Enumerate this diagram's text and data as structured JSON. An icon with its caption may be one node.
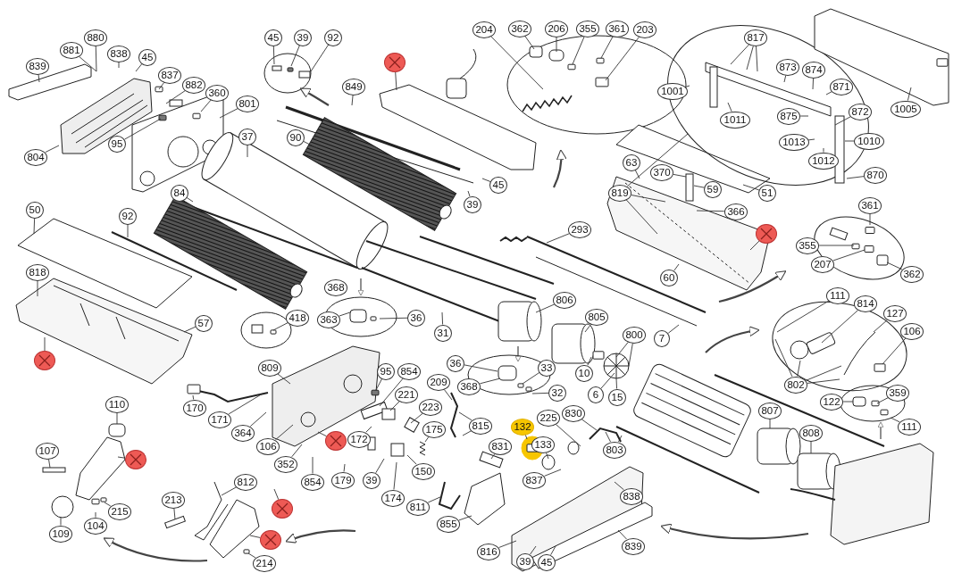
{
  "diagram": {
    "nodes": [
      {
        "text": [
          "839"
        ]
      },
      {
        "text": [
          "881"
        ]
      },
      {
        "text": [
          "880"
        ]
      },
      {
        "text": [
          "838"
        ]
      },
      {
        "text": [
          "45"
        ]
      },
      {
        "text": [
          "837"
        ]
      },
      {
        "text": [
          "882"
        ]
      },
      {
        "text": [
          "360"
        ]
      },
      {
        "text": [
          "801"
        ]
      },
      {
        "text": [
          "95"
        ]
      },
      {
        "text": [
          "804"
        ]
      },
      {
        "text": [
          "37"
        ]
      },
      {
        "text": [
          "90"
        ]
      },
      {
        "text": [
          "84"
        ]
      },
      {
        "text": [
          "50"
        ]
      },
      {
        "text": [
          "92"
        ]
      },
      {
        "text": [
          "818"
        ]
      },
      {
        "text": [],
        "shape": "circle"
      },
      {
        "text": [
          "57"
        ]
      },
      {
        "text": [
          "418"
        ]
      },
      {
        "text": [
          "45"
        ]
      },
      {
        "text": [
          "39"
        ]
      },
      {
        "text": [
          "92"
        ]
      },
      {
        "text": [],
        "shape": "circle"
      },
      {
        "text": [
          "849"
        ]
      },
      {
        "text": [
          "45"
        ]
      },
      {
        "text": [
          "39"
        ]
      },
      {
        "text": [
          "204"
        ]
      },
      {
        "text": [
          "362"
        ]
      },
      {
        "text": [
          "206"
        ]
      },
      {
        "text": [
          "355"
        ]
      },
      {
        "text": [
          "361"
        ]
      },
      {
        "text": [
          "203"
        ]
      },
      {
        "text": [
          "293"
        ]
      },
      {
        "text": [
          "368"
        ]
      },
      {
        "text": [
          "363"
        ]
      },
      {
        "text": [
          "36"
        ]
      },
      {
        "text": [
          "31"
        ]
      },
      {
        "text": [
          "806"
        ]
      },
      {
        "text": [
          "805"
        ]
      },
      {
        "text": [
          "800"
        ]
      },
      {
        "text": [
          "10"
        ]
      },
      {
        "text": [
          "6"
        ]
      },
      {
        "text": [
          "15"
        ]
      },
      {
        "text": [
          "36"
        ]
      },
      {
        "text": [
          "368"
        ]
      },
      {
        "text": [
          "33"
        ]
      },
      {
        "text": [
          "32"
        ]
      },
      {
        "text": [
          "95"
        ]
      },
      {
        "text": [
          "854"
        ]
      },
      {
        "text": [
          "209"
        ]
      },
      {
        "text": [
          "815"
        ]
      },
      {
        "text": [
          "221"
        ]
      },
      {
        "text": [
          "223"
        ]
      },
      {
        "text": [
          "175"
        ]
      },
      {
        "text": [
          "132"
        ]
      },
      {
        "text": [
          "225"
        ]
      },
      {
        "text": [
          "133"
        ]
      },
      {
        "text": [
          "830"
        ]
      },
      {
        "text": [
          "803"
        ]
      },
      {
        "text": [
          "831"
        ]
      },
      {
        "text": [
          "837"
        ]
      },
      {
        "text": [
          "838"
        ]
      },
      {
        "text": [
          "839"
        ]
      },
      {
        "text": [
          "816"
        ]
      },
      {
        "text": [
          "39"
        ]
      },
      {
        "text": [
          "45"
        ]
      },
      {
        "text": [
          "855"
        ]
      },
      {
        "text": [
          "811"
        ]
      },
      {
        "text": [
          "172"
        ]
      },
      {
        "text": [
          "39"
        ]
      },
      {
        "text": [
          "174"
        ]
      },
      {
        "text": [
          "150"
        ]
      },
      {
        "text": [
          "179"
        ]
      },
      {
        "text": [],
        "shape": "circle"
      },
      {
        "text": [
          "854"
        ]
      },
      {
        "text": [
          "352"
        ]
      },
      {
        "text": [],
        "shape": "circle"
      },
      {
        "text": [
          "106"
        ]
      },
      {
        "text": [
          "364"
        ]
      },
      {
        "text": [
          "171"
        ]
      },
      {
        "text": [
          "170"
        ]
      },
      {
        "text": [
          "809"
        ]
      },
      {
        "text": [
          "110"
        ]
      },
      {
        "text": [
          "107"
        ]
      },
      {
        "text": [],
        "shape": "circle"
      },
      {
        "text": [
          "109"
        ]
      },
      {
        "text": [
          "104"
        ]
      },
      {
        "text": [
          "215"
        ]
      },
      {
        "text": [
          "213"
        ]
      },
      {
        "text": [
          "812"
        ]
      },
      {
        "text": [],
        "shape": "circle"
      },
      {
        "text": [
          "214"
        ]
      },
      {
        "text": [
          "817"
        ]
      },
      {
        "text": [
          "1001"
        ]
      },
      {
        "text": [
          "873"
        ]
      },
      {
        "text": [
          "874"
        ]
      },
      {
        "text": [
          "871"
        ]
      },
      {
        "text": [
          "1011"
        ]
      },
      {
        "text": [
          "875"
        ]
      },
      {
        "text": [
          "872"
        ]
      },
      {
        "text": [
          "1013"
        ]
      },
      {
        "text": [
          "1010"
        ]
      },
      {
        "text": [
          "1012"
        ]
      },
      {
        "text": [
          "870"
        ]
      },
      {
        "text": [
          "1005"
        ]
      },
      {
        "text": [
          "370"
        ]
      },
      {
        "text": [
          "819"
        ]
      },
      {
        "text": [
          "63"
        ]
      },
      {
        "text": [
          "59"
        ]
      },
      {
        "text": [
          "51"
        ]
      },
      {
        "text": [
          "366"
        ]
      },
      {
        "text": [],
        "shape": "circle"
      },
      {
        "text": [
          "60"
        ]
      },
      {
        "text": [
          "361"
        ]
      },
      {
        "text": [
          "355"
        ]
      },
      {
        "text": [
          "207"
        ]
      },
      {
        "text": [
          "362"
        ]
      },
      {
        "text": [
          "111"
        ]
      },
      {
        "text": [
          "814"
        ]
      },
      {
        "text": [
          "127"
        ]
      },
      {
        "text": [
          "106"
        ]
      },
      {
        "text": [
          "802"
        ]
      },
      {
        "text": [
          "7"
        ]
      },
      {
        "text": [
          "122"
        ]
      },
      {
        "text": [
          "359"
        ]
      },
      {
        "text": [
          "111"
        ]
      },
      {
        "text": [
          "807"
        ]
      },
      {
        "text": [
          "808"
        ]
      }
    ],
    "edges": [
      {
        "from": 0,
        "to": null,
        "arrow": "none"
      },
      {
        "from": 1,
        "to": null,
        "arrow": "none"
      },
      {
        "from": 2,
        "to": null,
        "arrow": "none"
      },
      {
        "from": 3,
        "to": null,
        "arrow": "none"
      },
      {
        "from": 4,
        "to": null,
        "arrow": "none"
      },
      {
        "from": 5,
        "to": null,
        "arrow": "none"
      },
      {
        "from": 6,
        "to": null,
        "arrow": "none"
      },
      {
        "from": 7,
        "to": null,
        "arrow": "none"
      },
      {
        "from": 8,
        "to": null,
        "arrow": "none"
      },
      {
        "from": 9,
        "to": null,
        "arrow": "none"
      },
      {
        "from": 10,
        "to": null,
        "arrow": "none"
      },
      {
        "from": 11,
        "to": null,
        "arrow": "none"
      },
      {
        "from": 12,
        "to": null,
        "arrow": "none"
      },
      {
        "from": 13,
        "to": null,
        "arrow": "none"
      },
      {
        "from": 14,
        "to": null,
        "arrow": "none"
      },
      {
        "from": 15,
        "to": null,
        "arrow": "none"
      },
      {
        "from": 16,
        "to": null,
        "arrow": "none"
      },
      {
        "from": 17,
        "to": null,
        "arrow": "none"
      },
      {
        "from": 18,
        "to": null,
        "arrow": "none"
      },
      {
        "from": 19,
        "to": null,
        "arrow": "none"
      },
      {
        "from": 20,
        "to": null,
        "arrow": "none"
      },
      {
        "from": 21,
        "to": null,
        "arrow": "none"
      },
      {
        "from": 22,
        "to": null,
        "arrow": "none"
      },
      {
        "from": 23,
        "to": null,
        "arrow": "none"
      },
      {
        "from": 24,
        "to": null,
        "arrow": "none"
      },
      {
        "from": 25,
        "to": null,
        "arrow": "none"
      },
      {
        "from": 26,
        "to": null,
        "arrow": "none"
      },
      {
        "from": 27,
        "to": null,
        "arrow": "none"
      },
      {
        "from": 28,
        "to": null,
        "arrow": "none"
      },
      {
        "from": 29,
        "to": null,
        "arrow": "none"
      },
      {
        "from": 30,
        "to": null,
        "arrow": "none"
      },
      {
        "from": 31,
        "to": null,
        "arrow": "none"
      },
      {
        "from": 32,
        "to": null,
        "arrow": "none"
      },
      {
        "from": 33,
        "to": null,
        "arrow": "none"
      },
      {
        "from": 35,
        "to": null,
        "arrow": "none"
      },
      {
        "from": 36,
        "to": null,
        "arrow": "none"
      },
      {
        "from": 37,
        "to": null,
        "arrow": "none"
      },
      {
        "from": 38,
        "to": null,
        "arrow": "none"
      },
      {
        "from": 39,
        "to": null,
        "arrow": "none"
      },
      {
        "from": 40,
        "to": null,
        "arrow": "none"
      },
      {
        "from": 40,
        "to": null,
        "arrow": "none"
      },
      {
        "from": 41,
        "to": null,
        "arrow": "none"
      },
      {
        "from": 42,
        "to": null,
        "arrow": "none"
      },
      {
        "from": 43,
        "to": null,
        "arrow": "none"
      },
      {
        "from": 44,
        "to": null,
        "arrow": "none"
      },
      {
        "from": 45,
        "to": null,
        "arrow": "none"
      },
      {
        "from": 46,
        "to": null,
        "arrow": "none"
      },
      {
        "from": 47,
        "to": null,
        "arrow": "none"
      },
      {
        "from": 48,
        "to": null,
        "arrow": "none"
      },
      {
        "from": 49,
        "to": null,
        "arrow": "none"
      },
      {
        "from": 50,
        "to": null,
        "arrow": "none"
      },
      {
        "from": 51,
        "to": null,
        "arrow": "none"
      },
      {
        "from": 51,
        "to": null,
        "arrow": "none"
      },
      {
        "from": 52,
        "to": null,
        "arrow": "none"
      },
      {
        "from": 53,
        "to": null,
        "arrow": "none"
      },
      {
        "from": 54,
        "to": null,
        "arrow": "none"
      },
      {
        "from": 55,
        "to": null,
        "arrow": "none"
      },
      {
        "from": 56,
        "to": null,
        "arrow": "none"
      },
      {
        "from": 57,
        "to": null,
        "arrow": "none"
      },
      {
        "from": 58,
        "to": null,
        "arrow": "none"
      },
      {
        "from": 59,
        "to": null,
        "arrow": "none"
      },
      {
        "from": 59,
        "to": null,
        "arrow": "none"
      },
      {
        "from": 60,
        "to": null,
        "arrow": "none"
      },
      {
        "from": 61,
        "to": null,
        "arrow": "none"
      },
      {
        "from": 62,
        "to": null,
        "arrow": "none"
      },
      {
        "from": 63,
        "to": null,
        "arrow": "none"
      },
      {
        "from": 64,
        "to": null,
        "arrow": "none"
      },
      {
        "from": 65,
        "to": null,
        "arrow": "none"
      },
      {
        "from": 66,
        "to": null,
        "arrow": "none"
      },
      {
        "from": 67,
        "to": null,
        "arrow": "none"
      },
      {
        "from": 68,
        "to": null,
        "arrow": "none"
      },
      {
        "from": 69,
        "to": null,
        "arrow": "none"
      },
      {
        "from": 70,
        "to": null,
        "arrow": "none"
      },
      {
        "from": 71,
        "to": null,
        "arrow": "none"
      },
      {
        "from": 72,
        "to": null,
        "arrow": "none"
      },
      {
        "from": 73,
        "to": null,
        "arrow": "none"
      },
      {
        "from": 74,
        "to": null,
        "arrow": "none"
      },
      {
        "from": 75,
        "to": null,
        "arrow": "none"
      },
      {
        "from": 76,
        "to": null,
        "arrow": "none"
      },
      {
        "from": 77,
        "to": null,
        "arrow": "none"
      },
      {
        "from": 78,
        "to": null,
        "arrow": "none"
      },
      {
        "from": 79,
        "to": null,
        "arrow": "none"
      },
      {
        "from": 80,
        "to": null,
        "arrow": "none"
      },
      {
        "from": 81,
        "to": null,
        "arrow": "none"
      },
      {
        "from": 82,
        "to": null,
        "arrow": "none"
      },
      {
        "from": 83,
        "to": null,
        "arrow": "none"
      },
      {
        "from": 84,
        "to": null,
        "arrow": "none"
      },
      {
        "from": 85,
        "to": null,
        "arrow": "none"
      },
      {
        "from": 86,
        "to": null,
        "arrow": "none"
      },
      {
        "from": 87,
        "to": null,
        "arrow": "none"
      },
      {
        "from": 88,
        "to": null,
        "arrow": "none"
      },
      {
        "from": 89,
        "to": null,
        "arrow": "none"
      },
      {
        "from": 90,
        "to": null,
        "arrow": "none"
      },
      {
        "from": 91,
        "to": null,
        "arrow": "none"
      },
      {
        "from": 92,
        "to": null,
        "arrow": "none"
      },
      {
        "from": 93,
        "to": null,
        "arrow": "none"
      },
      {
        "from": 93,
        "to": null,
        "arrow": "none"
      },
      {
        "from": 93,
        "to": null,
        "arrow": "none"
      },
      {
        "from": 94,
        "to": null,
        "arrow": "none"
      },
      {
        "from": 95,
        "to": null,
        "arrow": "none"
      },
      {
        "from": 96,
        "to": null,
        "arrow": "none"
      },
      {
        "from": 97,
        "to": null,
        "arrow": "none"
      },
      {
        "from": 98,
        "to": null,
        "arrow": "none"
      },
      {
        "from": 99,
        "to": null,
        "arrow": "none"
      },
      {
        "from": 100,
        "to": null,
        "arrow": "none"
      },
      {
        "from": 101,
        "to": null,
        "arrow": "none"
      },
      {
        "from": 102,
        "to": null,
        "arrow": "none"
      },
      {
        "from": 103,
        "to": null,
        "arrow": "none"
      },
      {
        "from": 104,
        "to": null,
        "arrow": "none"
      },
      {
        "from": 105,
        "to": null,
        "arrow": "none"
      },
      {
        "from": 106,
        "to": null,
        "arrow": "none"
      },
      {
        "from": 107,
        "to": null,
        "arrow": "none"
      },
      {
        "from": 107,
        "to": null,
        "arrow": "none"
      },
      {
        "from": 107,
        "to": null,
        "arrow": "none"
      },
      {
        "from": 108,
        "to": null,
        "arrow": "none"
      },
      {
        "from": 109,
        "to": null,
        "arrow": "none"
      },
      {
        "from": 110,
        "to": null,
        "arrow": "none"
      },
      {
        "from": 111,
        "to": null,
        "arrow": "none"
      },
      {
        "from": 112,
        "to": null,
        "arrow": "none"
      },
      {
        "from": 113,
        "to": null,
        "arrow": "none"
      },
      {
        "from": 114,
        "to": null,
        "arrow": "none"
      },
      {
        "from": 115,
        "to": null,
        "arrow": "none"
      },
      {
        "from": 116,
        "to": null,
        "arrow": "none"
      },
      {
        "from": 117,
        "to": null,
        "arrow": "none"
      },
      {
        "from": 118,
        "to": null,
        "arrow": "none"
      },
      {
        "from": 119,
        "to": null,
        "arrow": "none"
      },
      {
        "from": 120,
        "to": null,
        "arrow": "none"
      },
      {
        "from": 121,
        "to": null,
        "arrow": "none"
      },
      {
        "from": 122,
        "to": null,
        "arrow": "none"
      },
      {
        "from": 122,
        "to": null,
        "arrow": "none"
      },
      {
        "from": 122,
        "to": null,
        "arrow": "none"
      },
      {
        "from": 122,
        "to": null,
        "arrow": "none"
      },
      {
        "from": 123,
        "to": null,
        "arrow": "none"
      },
      {
        "from": 124,
        "to": null,
        "arrow": "none"
      },
      {
        "from": 125,
        "to": null,
        "arrow": "none"
      },
      {
        "from": 126,
        "to": null,
        "arrow": "none"
      },
      {
        "from": 127,
        "to": null,
        "arrow": "none"
      },
      {
        "from": 128,
        "to": null,
        "arrow": "none"
      }
    ]
  }
}
